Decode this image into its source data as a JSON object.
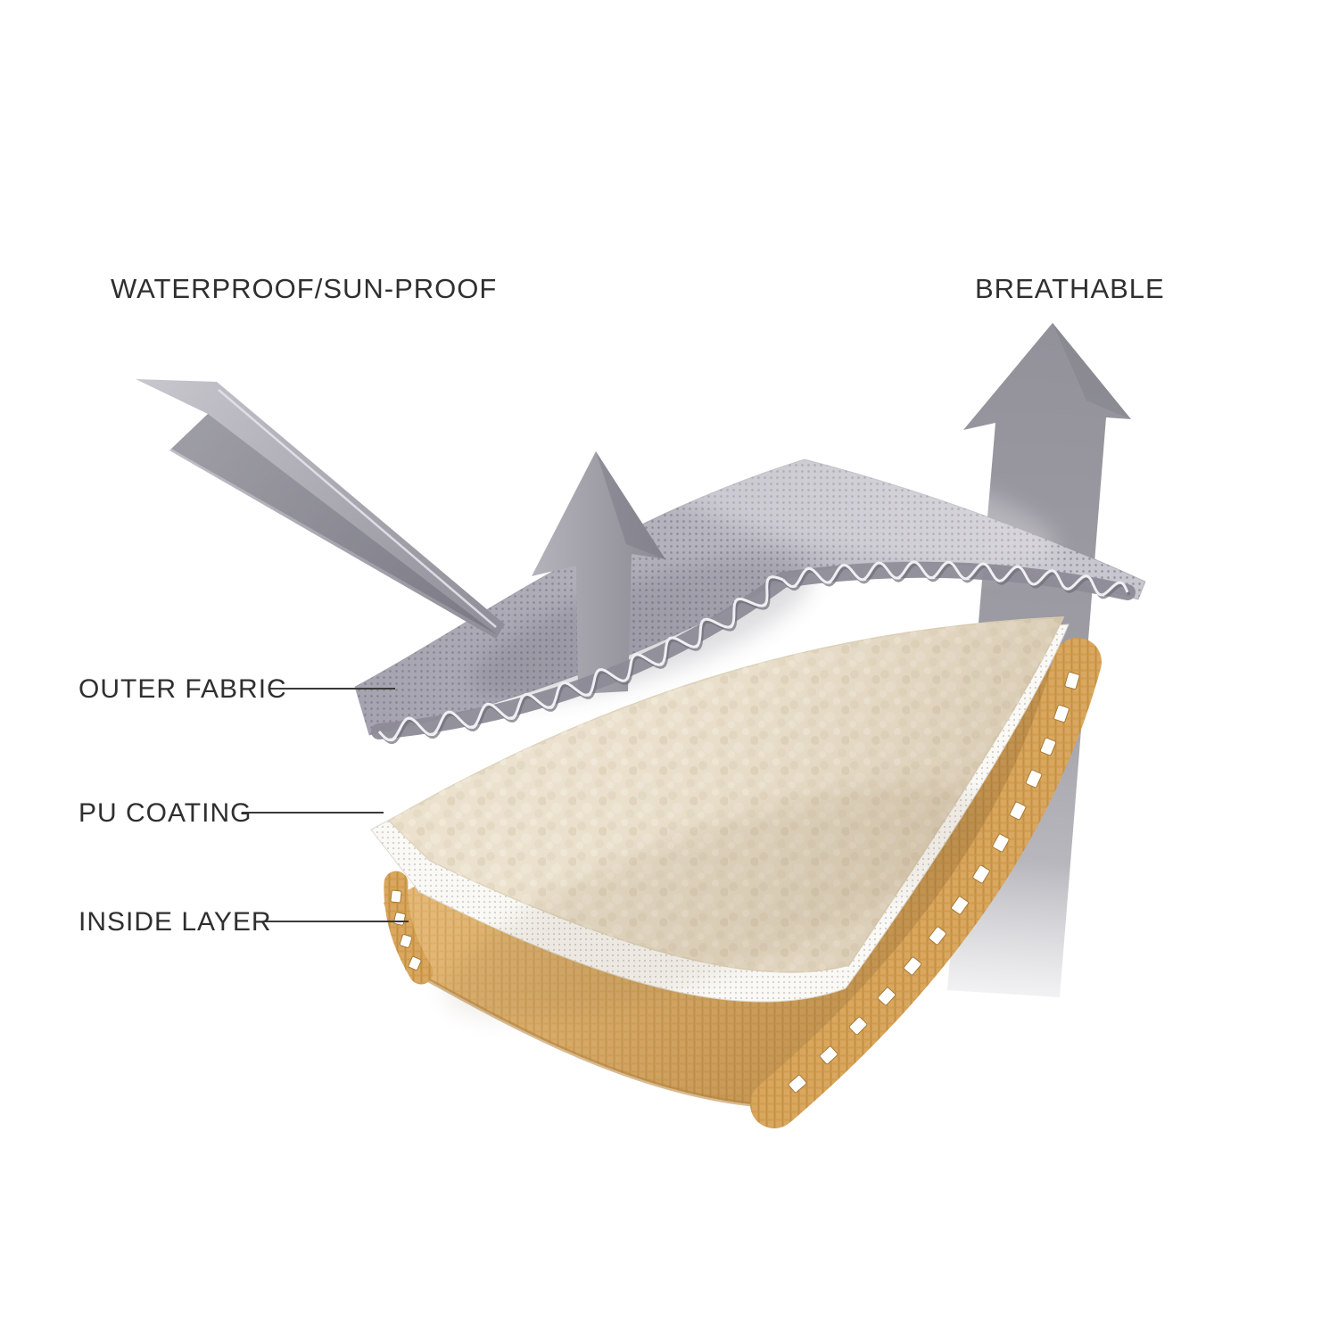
{
  "page": {
    "background": "#ffffff"
  },
  "diagram": {
    "captions": {
      "waterproof": "WATERPROOF/SUN-PROOF",
      "breathable": "BREATHABLE"
    },
    "layer_labels": {
      "outer_fabric": "OUTER FABRIC",
      "pu_coating": "PU COATING",
      "inside_layer": "INSIDE LAYER"
    },
    "icons": {
      "breathable_arrow": "arrow-up",
      "deflected_arrow": "arrow-up",
      "rain_sun_beam": "beam-diagonal-down"
    },
    "colors": {
      "text": "#2f2f2f",
      "arrow_gray": "#97969e",
      "outer_fabric_gray": "#b3b1bb",
      "pu_coating_white": "#faf9f6",
      "fleece_cream": "#ebe1cd",
      "inside_layer_tan": "#d8a55c",
      "background": "#ffffff"
    }
  }
}
